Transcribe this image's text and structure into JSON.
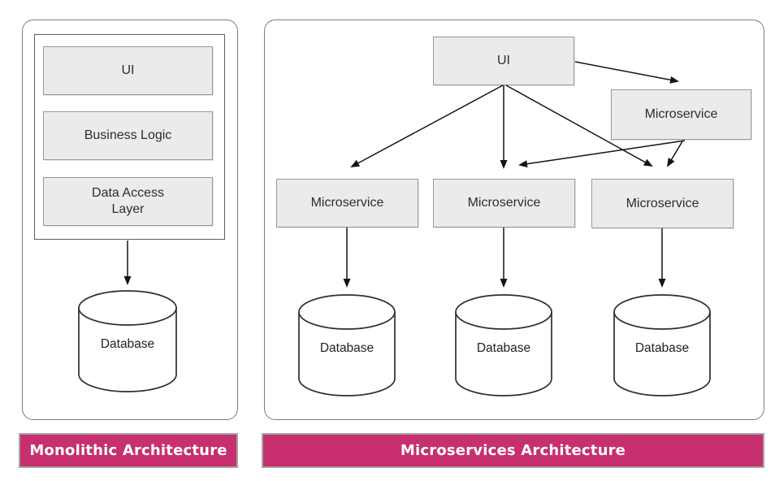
{
  "left": {
    "banner_label": "Monolithic Architecture",
    "layers": [
      "UI",
      "Business Logic",
      "Data Access\nLayer"
    ],
    "database_label": "Database"
  },
  "right": {
    "banner_label": "Microservices Architecture",
    "ui_label": "UI",
    "satellite_service_label": "Microservice",
    "services": [
      "Microservice",
      "Microservice",
      "Microservice"
    ],
    "database_labels": [
      "Database",
      "Database",
      "Database"
    ]
  },
  "colors": {
    "banner_background": "#c72f6e",
    "banner_border": "#a5a5a5",
    "banner_text": "#ffffff",
    "node_fill": "#ebebeb",
    "node_border": "#999999",
    "panel_border": "#7b7b7b",
    "arrow": "#141414",
    "cylinder_stroke": "#2e2e2e"
  }
}
